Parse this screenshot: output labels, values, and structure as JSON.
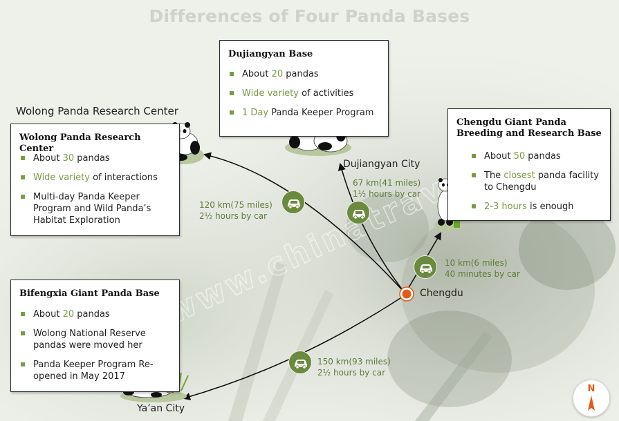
{
  "title": "Differences of Four Panda Bases",
  "watermark": "www.chinatravel.com",
  "colors": {
    "accent": "#7a9a45",
    "chengdu_marker": "#e05a1a",
    "car_badge": "#6a8a3e"
  },
  "labels": {
    "wolong_header": "Wolong Panda Research Center",
    "dujiangyan_city": "Dujiangyan City",
    "chengdu": "Chengdu",
    "yaan_city": "Ya’an City"
  },
  "boxes": {
    "wolong": {
      "title": "Wolong Panda Research Center",
      "items": [
        {
          "pre": "About ",
          "hl": "30",
          "post": " pandas"
        },
        {
          "pre": "",
          "hl": "Wide variety",
          "post": " of interactions"
        },
        {
          "pre": "Multi-day Panda Keeper Program and Wild Panda’s Habitat Exploration",
          "hl": "",
          "post": ""
        }
      ]
    },
    "dujiangyan": {
      "title": "Dujiangyan Base",
      "items": [
        {
          "pre": "About ",
          "hl": "20",
          "post": " pandas"
        },
        {
          "pre": "",
          "hl": "Wide variety",
          "post": " of activities"
        },
        {
          "pre": "",
          "hl": "1 Day",
          "post": " Panda Keeper Program"
        }
      ]
    },
    "chengdu": {
      "title": "Chengdu Giant Panda Breeding and Research Base",
      "items": [
        {
          "pre": "About ",
          "hl": "50",
          "post": " pandas"
        },
        {
          "pre": "The ",
          "hl": "closest",
          "post": " panda facility to Chengdu"
        },
        {
          "pre": "",
          "hl": "2-3 hours",
          "post": " is enough"
        }
      ]
    },
    "bifengxia": {
      "title": "Bifengxia Giant Panda Base",
      "items": [
        {
          "pre": "About ",
          "hl": "20",
          "post": " pandas"
        },
        {
          "pre": "Wolong National Reserve pandas were moved her",
          "hl": "",
          "post": ""
        },
        {
          "pre": "Panda Keeper Program Re-opened in May 2017",
          "hl": "",
          "post": ""
        }
      ]
    }
  },
  "routes": {
    "wolong": {
      "distance": "120 km(75 miles)",
      "time": "2½  hours by car"
    },
    "dujiangyan": {
      "distance": "67 km(41 miles)",
      "time": "1½  hours by car"
    },
    "chengdu_base": {
      "distance": "10 km(6 miles)",
      "time": "40 minutes by car"
    },
    "yaan": {
      "distance": "150 km(93 miles)",
      "time": "2½  hours by car"
    }
  },
  "compass": {
    "label": "N"
  }
}
